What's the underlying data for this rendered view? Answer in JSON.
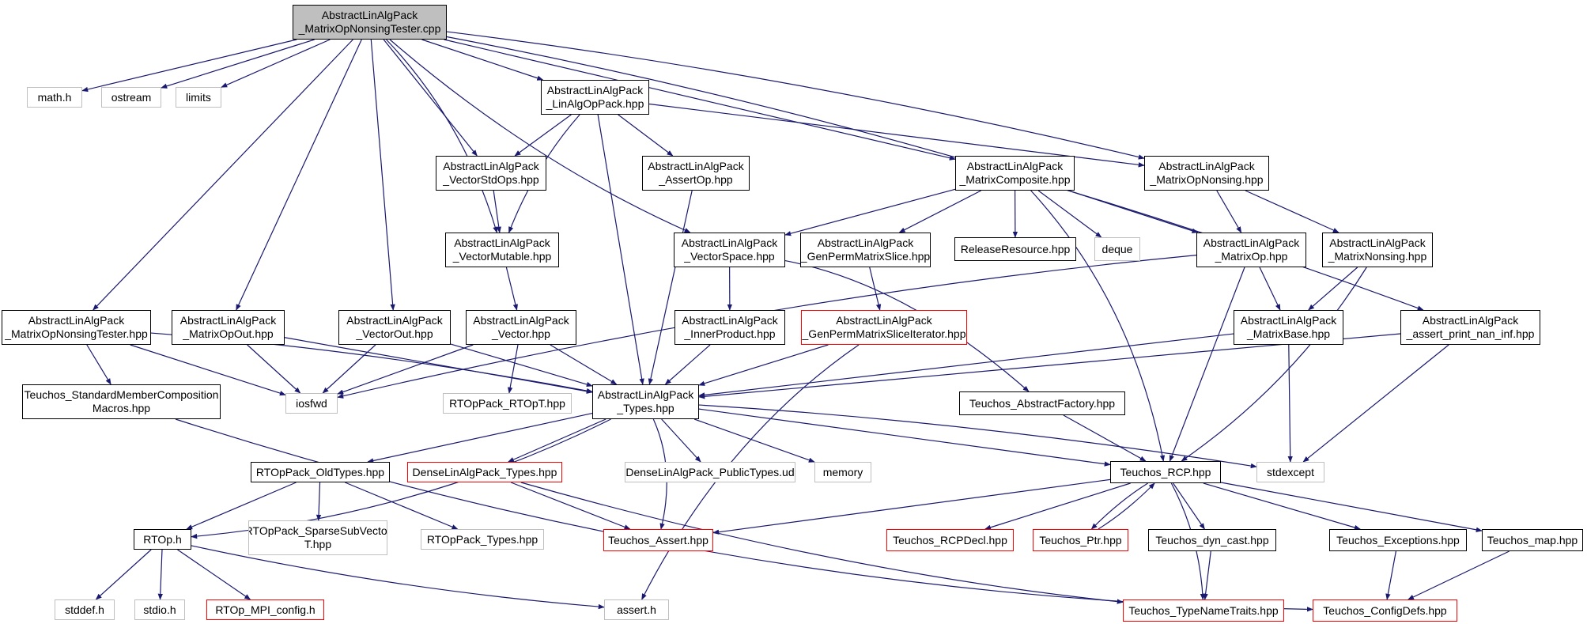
{
  "diagram": {
    "edge_color": "#191970",
    "root_fill": "#bfbfbf",
    "external_border": "#bfbfbf",
    "truncated_border": "#ff0000",
    "nodes": [
      {
        "id": "root",
        "lines": [
          "AbstractLinAlgPack",
          "_MatrixOpNonsingTester.cpp"
        ],
        "kind": "root"
      },
      {
        "id": "math",
        "lines": [
          "math.h"
        ],
        "kind": "ext"
      },
      {
        "id": "ostream",
        "lines": [
          "ostream"
        ],
        "kind": "ext"
      },
      {
        "id": "limits",
        "lines": [
          "limits"
        ],
        "kind": "ext"
      },
      {
        "id": "linalgop",
        "lines": [
          "AbstractLinAlgPack",
          "_LinAlgOpPack.hpp"
        ],
        "kind": "normal"
      },
      {
        "id": "vecstdops",
        "lines": [
          "AbstractLinAlgPack",
          "_VectorStdOps.hpp"
        ],
        "kind": "normal"
      },
      {
        "id": "assertop",
        "lines": [
          "AbstractLinAlgPack",
          "_AssertOp.hpp"
        ],
        "kind": "normal"
      },
      {
        "id": "matcomp",
        "lines": [
          "AbstractLinAlgPack",
          "_MatrixComposite.hpp"
        ],
        "kind": "normal"
      },
      {
        "id": "matopnons",
        "lines": [
          "AbstractLinAlgPack",
          "_MatrixOpNonsing.hpp"
        ],
        "kind": "normal"
      },
      {
        "id": "vecmut",
        "lines": [
          "AbstractLinAlgPack",
          "_VectorMutable.hpp"
        ],
        "kind": "normal"
      },
      {
        "id": "vecspace",
        "lines": [
          "AbstractLinAlgPack",
          "_VectorSpace.hpp"
        ],
        "kind": "normal"
      },
      {
        "id": "genperm",
        "lines": [
          "AbstractLinAlgPack",
          "_GenPermMatrixSlice.hpp"
        ],
        "kind": "normal"
      },
      {
        "id": "relres",
        "lines": [
          "ReleaseResource.hpp"
        ],
        "kind": "normal"
      },
      {
        "id": "deque",
        "lines": [
          "deque"
        ],
        "kind": "ext"
      },
      {
        "id": "matop",
        "lines": [
          "AbstractLinAlgPack",
          "_MatrixOp.hpp"
        ],
        "kind": "normal"
      },
      {
        "id": "matnons",
        "lines": [
          "AbstractLinAlgPack",
          "_MatrixNonsing.hpp"
        ],
        "kind": "normal"
      },
      {
        "id": "mtester",
        "lines": [
          "AbstractLinAlgPack",
          "_MatrixOpNonsingTester.hpp"
        ],
        "kind": "normal"
      },
      {
        "id": "matopout",
        "lines": [
          "AbstractLinAlgPack",
          "_MatrixOpOut.hpp"
        ],
        "kind": "normal"
      },
      {
        "id": "vecout",
        "lines": [
          "AbstractLinAlgPack",
          "_VectorOut.hpp"
        ],
        "kind": "normal"
      },
      {
        "id": "vector",
        "lines": [
          "AbstractLinAlgPack",
          "_Vector.hpp"
        ],
        "kind": "normal"
      },
      {
        "id": "innerprod",
        "lines": [
          "AbstractLinAlgPack",
          "_InnerProduct.hpp"
        ],
        "kind": "normal"
      },
      {
        "id": "genpermit",
        "lines": [
          "AbstractLinAlgPack",
          "_GenPermMatrixSliceIterator.hpp"
        ],
        "kind": "red"
      },
      {
        "id": "matbase",
        "lines": [
          "AbstractLinAlgPack",
          "_MatrixBase.hpp"
        ],
        "kind": "normal"
      },
      {
        "id": "apni",
        "lines": [
          "AbstractLinAlgPack",
          "_assert_print_nan_inf.hpp"
        ],
        "kind": "normal"
      },
      {
        "id": "tsmcm",
        "lines": [
          "Teuchos_StandardMemberComposition",
          "Macros.hpp"
        ],
        "kind": "normal"
      },
      {
        "id": "iosfwd",
        "lines": [
          "iosfwd"
        ],
        "kind": "ext"
      },
      {
        "id": "rtopt",
        "lines": [
          "RTOpPack_RTOpT.hpp"
        ],
        "kind": "ext"
      },
      {
        "id": "types",
        "lines": [
          "AbstractLinAlgPack",
          "_Types.hpp"
        ],
        "kind": "normal"
      },
      {
        "id": "absfact",
        "lines": [
          "Teuchos_AbstractFactory.hpp"
        ],
        "kind": "normal"
      },
      {
        "id": "oldtypes",
        "lines": [
          "RTOpPack_OldTypes.hpp"
        ],
        "kind": "normal"
      },
      {
        "id": "dlptypes",
        "lines": [
          "DenseLinAlgPack_Types.hpp"
        ],
        "kind": "red"
      },
      {
        "id": "dlppub",
        "lines": [
          "DenseLinAlgPack_PublicTypes.ud"
        ],
        "kind": "ext"
      },
      {
        "id": "memory",
        "lines": [
          "memory"
        ],
        "kind": "ext"
      },
      {
        "id": "rcp",
        "lines": [
          "Teuchos_RCP.hpp"
        ],
        "kind": "normal"
      },
      {
        "id": "stdexcept",
        "lines": [
          "stdexcept"
        ],
        "kind": "ext"
      },
      {
        "id": "sparsesub",
        "lines": [
          "RTOpPack_SparseSubVector",
          "T.hpp"
        ],
        "kind": "ext"
      },
      {
        "id": "rtoptypes",
        "lines": [
          "RTOpPack_Types.hpp"
        ],
        "kind": "ext"
      },
      {
        "id": "tassert",
        "lines": [
          "Teuchos_Assert.hpp"
        ],
        "kind": "red"
      },
      {
        "id": "rcpdecl",
        "lines": [
          "Teuchos_RCPDecl.hpp"
        ],
        "kind": "red"
      },
      {
        "id": "ptr",
        "lines": [
          "Teuchos_Ptr.hpp"
        ],
        "kind": "red"
      },
      {
        "id": "dyncast",
        "lines": [
          "Teuchos_dyn_cast.hpp"
        ],
        "kind": "normal"
      },
      {
        "id": "exceptions",
        "lines": [
          "Teuchos_Exceptions.hpp"
        ],
        "kind": "normal"
      },
      {
        "id": "tmap",
        "lines": [
          "Teuchos_map.hpp"
        ],
        "kind": "normal"
      },
      {
        "id": "rtoph",
        "lines": [
          "RTOp.h"
        ],
        "kind": "normal"
      },
      {
        "id": "stddef",
        "lines": [
          "stddef.h"
        ],
        "kind": "ext"
      },
      {
        "id": "stdio",
        "lines": [
          "stdio.h"
        ],
        "kind": "ext"
      },
      {
        "id": "mpiconf",
        "lines": [
          "RTOp_MPI_config.h"
        ],
        "kind": "red"
      },
      {
        "id": "asserth",
        "lines": [
          "assert.h"
        ],
        "kind": "ext"
      },
      {
        "id": "typename",
        "lines": [
          "Teuchos_TypeNameTraits.hpp"
        ],
        "kind": "red"
      },
      {
        "id": "configdefs",
        "lines": [
          "Teuchos_ConfigDefs.hpp"
        ],
        "kind": "red"
      }
    ]
  }
}
